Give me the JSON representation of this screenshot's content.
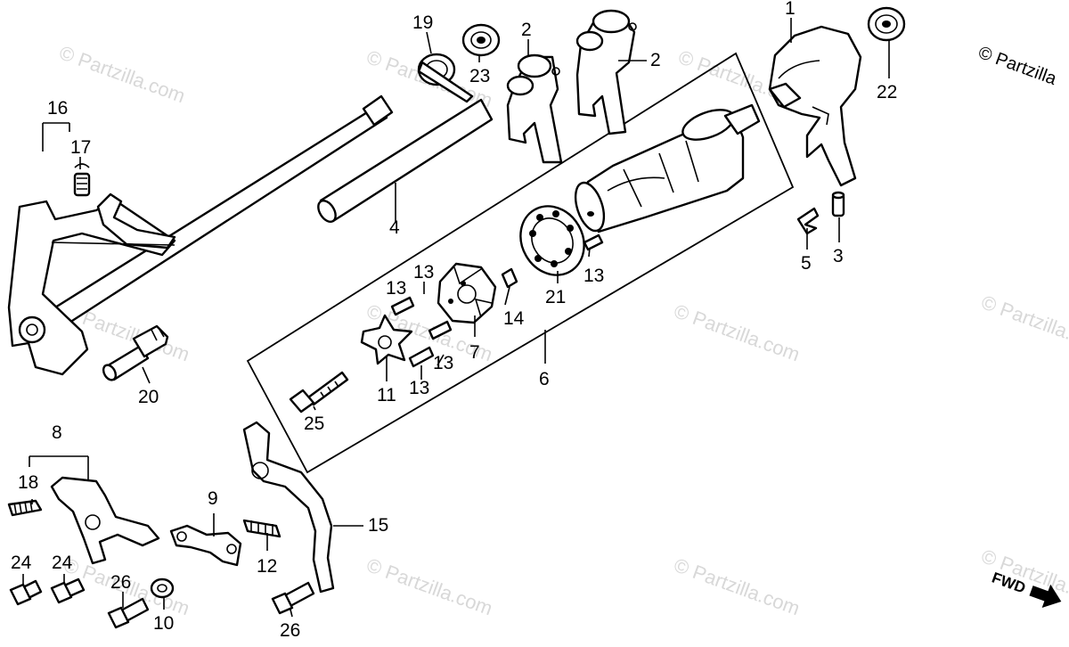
{
  "copyright": "© Partzilla",
  "watermark_text": "© Partzilla.com",
  "fwd_label": "FWD",
  "callouts": [
    "1",
    "2",
    "2",
    "3",
    "4",
    "5",
    "6",
    "7",
    "8",
    "9",
    "10",
    "11",
    "12",
    "13",
    "13",
    "13",
    "13",
    "13",
    "14",
    "15",
    "16",
    "17",
    "18",
    "19",
    "20",
    "21",
    "22",
    "23",
    "24",
    "24",
    "25",
    "26",
    "26"
  ],
  "colors": {
    "line": "#000000",
    "background": "#ffffff",
    "watermark": "#d8d8d8"
  }
}
